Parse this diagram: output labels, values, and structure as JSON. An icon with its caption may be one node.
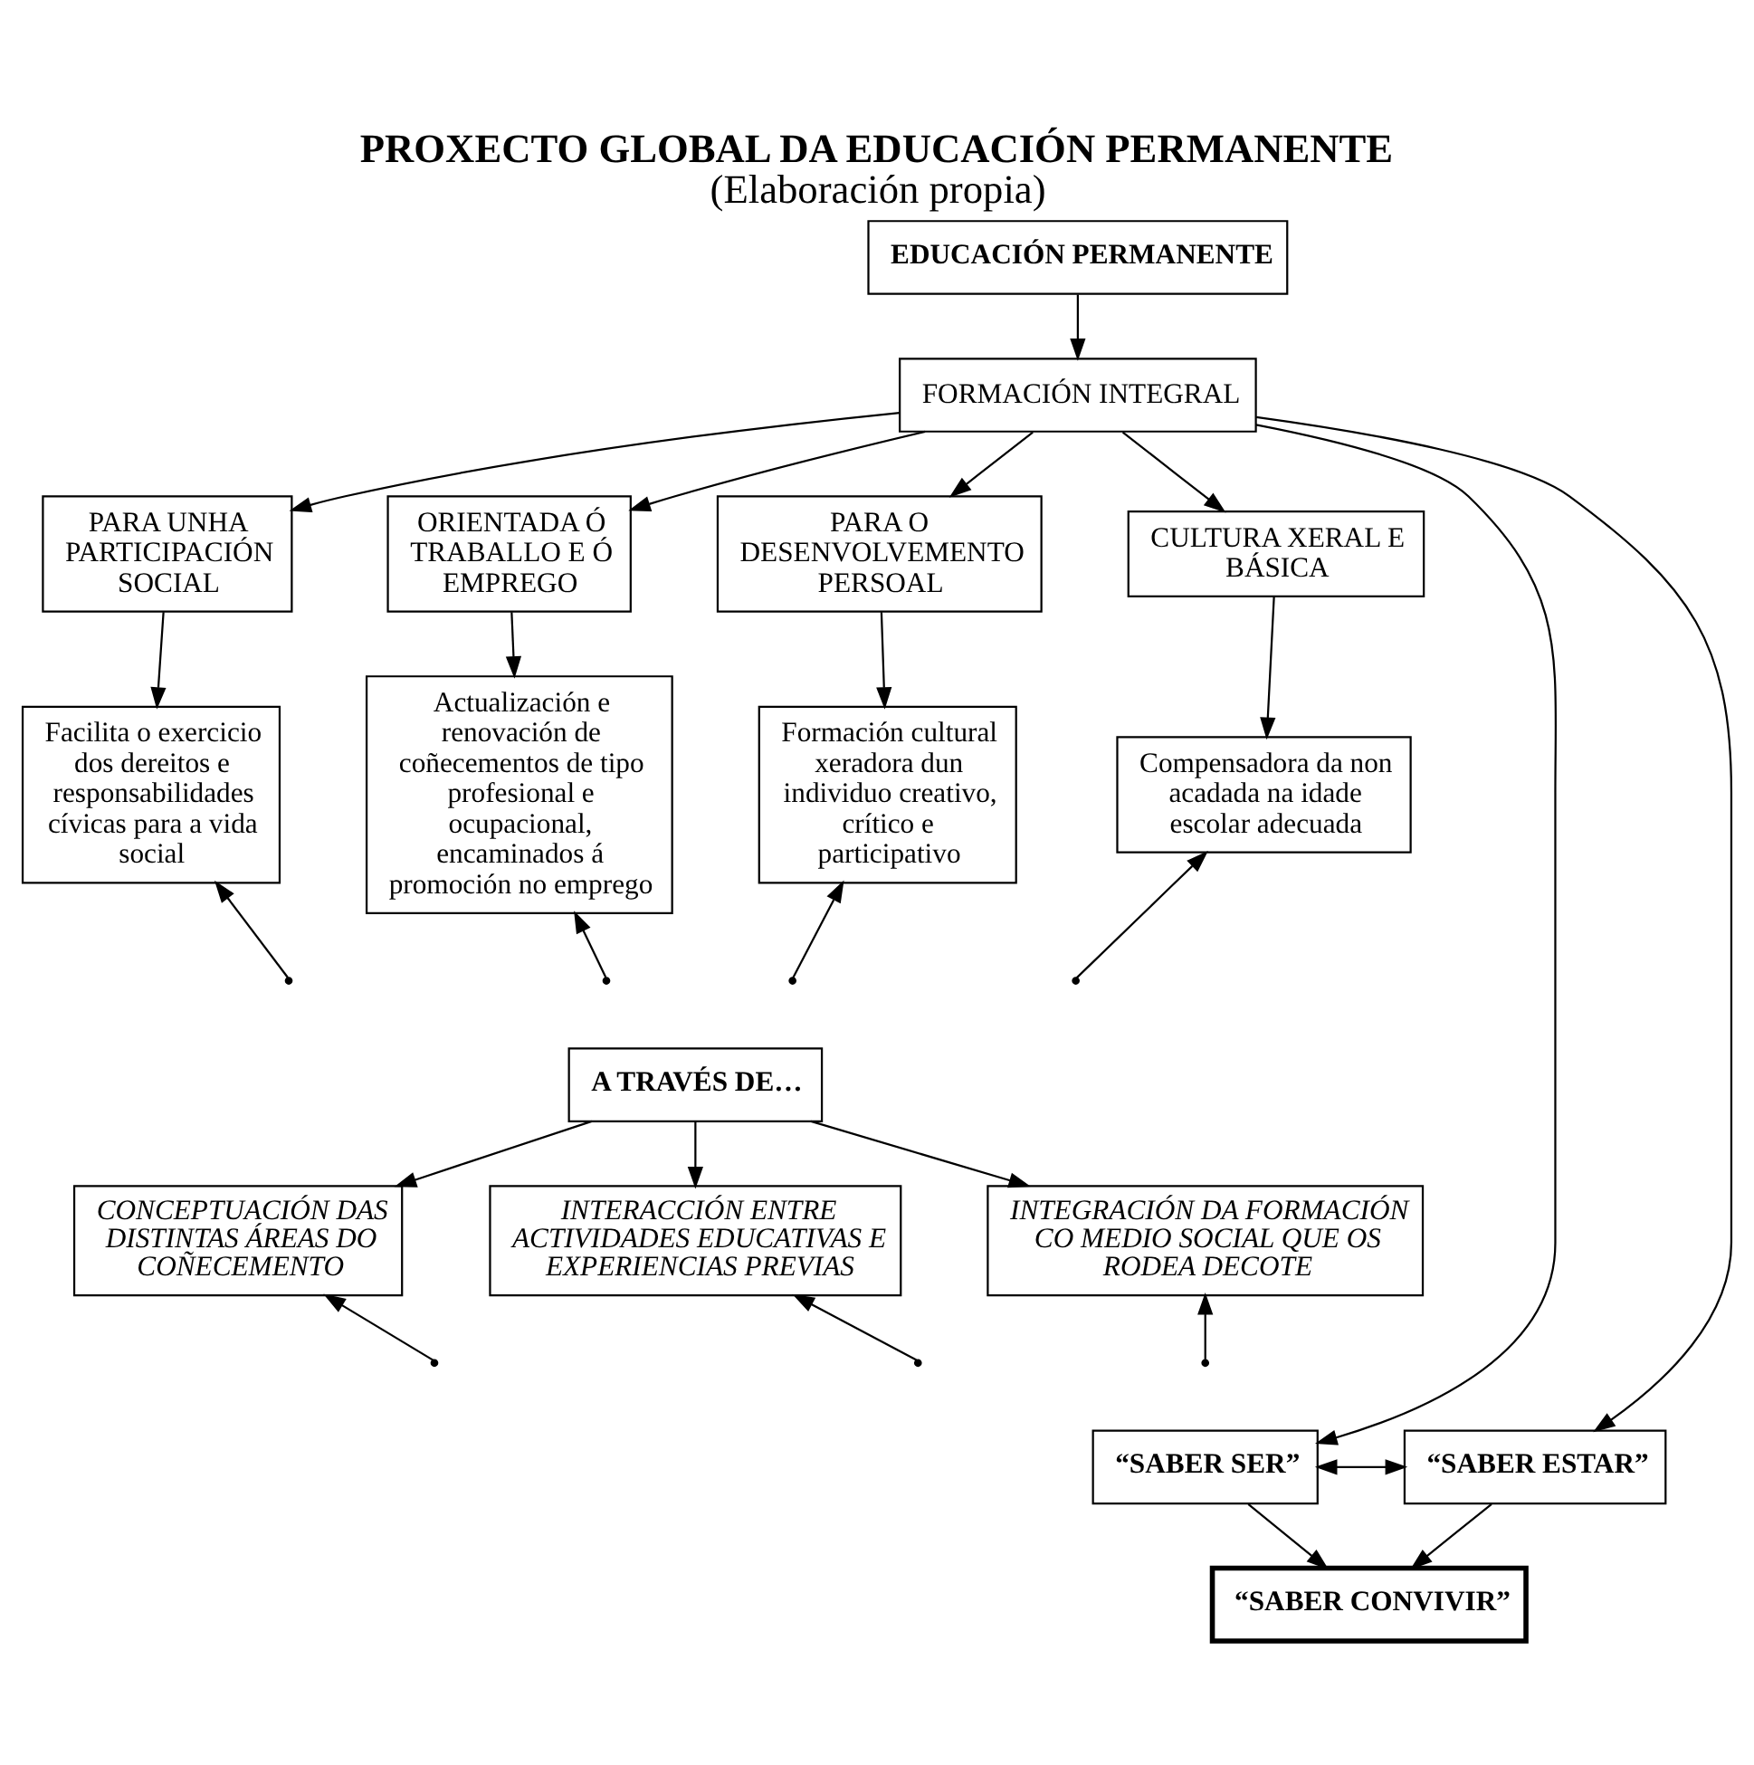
{
  "diagram": {
    "title": "PROXECTO GLOBAL DA EDUCACIÓN PERMANENTE",
    "caption": "(Elaboración propia)",
    "nodes": [
      {
        "text": [
          "EDUCACIÓN PERMANENTE"
        ]
      },
      {
        "text": [
          "FORMACIÓN INTEGRAL"
        ]
      },
      {
        "text": [
          "PARA UNHA PARTICIPACIÓN SOCIAL"
        ]
      },
      {
        "text": [
          "ORIENTADA Ó TRABALLO E Ó EMPREGO"
        ]
      },
      {
        "text": [
          "PARA O DESENVOLVEMENTO PERSOAL"
        ]
      },
      {
        "text": [
          "CULTURA XERAL E BÁSICA"
        ]
      },
      {
        "text": [
          "Facilita o exercicio dos dereitos e responsabilidades cívicas para a vida social"
        ]
      },
      {
        "text": [
          "Actualización e renovación de coñecementos de tipo profesional e ocupacional, encaminados á promoción no emprego"
        ]
      },
      {
        "text": [
          "Formación cultural xeradora dun individuo creativo, crítico e participativo"
        ]
      },
      {
        "text": [
          "Compensadora da non acadada na idade escolar adecuada"
        ]
      },
      {
        "text": [
          "A TRAVÉS DE…"
        ]
      },
      {
        "text": [
          "CONCEPTUACIÓN DAS DISTINTAS ÁREAS DO COÑECEMENTO"
        ]
      },
      {
        "text": [
          "INTERACCIÓN ENTRE ACTIVIDADES EDUCATIVAS E EXPERIENCIAS PREVIAS"
        ]
      },
      {
        "text": [
          "INTEGRACIÓN DA FORMACIÓN CO MEDIO SOCIAL QUE OS RODEA DECOTE"
        ]
      },
      {
        "text": [
          "“SABER SER”"
        ]
      },
      {
        "text": [
          "“SABER ESTAR”"
        ]
      },
      {
        "text": [
          "“SABER CONVIVIR”"
        ]
      }
    ],
    "edges": [
      {
        "from": 0,
        "to": 1,
        "arrow": "to"
      },
      {
        "from": 1,
        "to": 2,
        "arrow": "to"
      },
      {
        "from": 1,
        "to": 3,
        "arrow": "to"
      },
      {
        "from": 1,
        "to": 4,
        "arrow": "to"
      },
      {
        "from": 1,
        "to": 5,
        "arrow": "to"
      },
      {
        "from": 2,
        "to": 6,
        "arrow": "to"
      },
      {
        "from": 3,
        "to": 7,
        "arrow": "to"
      },
      {
        "from": 4,
        "to": 8,
        "arrow": "to"
      },
      {
        "from": 5,
        "to": 9,
        "arrow": "to"
      },
      {
        "from": null,
        "to": 6,
        "arrow": "to"
      },
      {
        "from": null,
        "to": 7,
        "arrow": "to"
      },
      {
        "from": null,
        "to": 8,
        "arrow": "to"
      },
      {
        "from": null,
        "to": 9,
        "arrow": "to"
      },
      {
        "from": 10,
        "to": 11,
        "arrow": "to"
      },
      {
        "from": 10,
        "to": 12,
        "arrow": "to"
      },
      {
        "from": 10,
        "to": 13,
        "arrow": "to"
      },
      {
        "from": null,
        "to": 11,
        "arrow": "to"
      },
      {
        "from": null,
        "to": 12,
        "arrow": "to"
      },
      {
        "from": null,
        "to": 13,
        "arrow": "to"
      },
      {
        "from": 1,
        "to": 14,
        "arrow": "to"
      },
      {
        "from": 1,
        "to": 15,
        "arrow": "to"
      },
      {
        "from": 14,
        "to": 15,
        "arrow": "both"
      },
      {
        "from": 14,
        "to": 16,
        "arrow": "to"
      },
      {
        "from": 15,
        "to": 16,
        "arrow": "to"
      }
    ]
  }
}
